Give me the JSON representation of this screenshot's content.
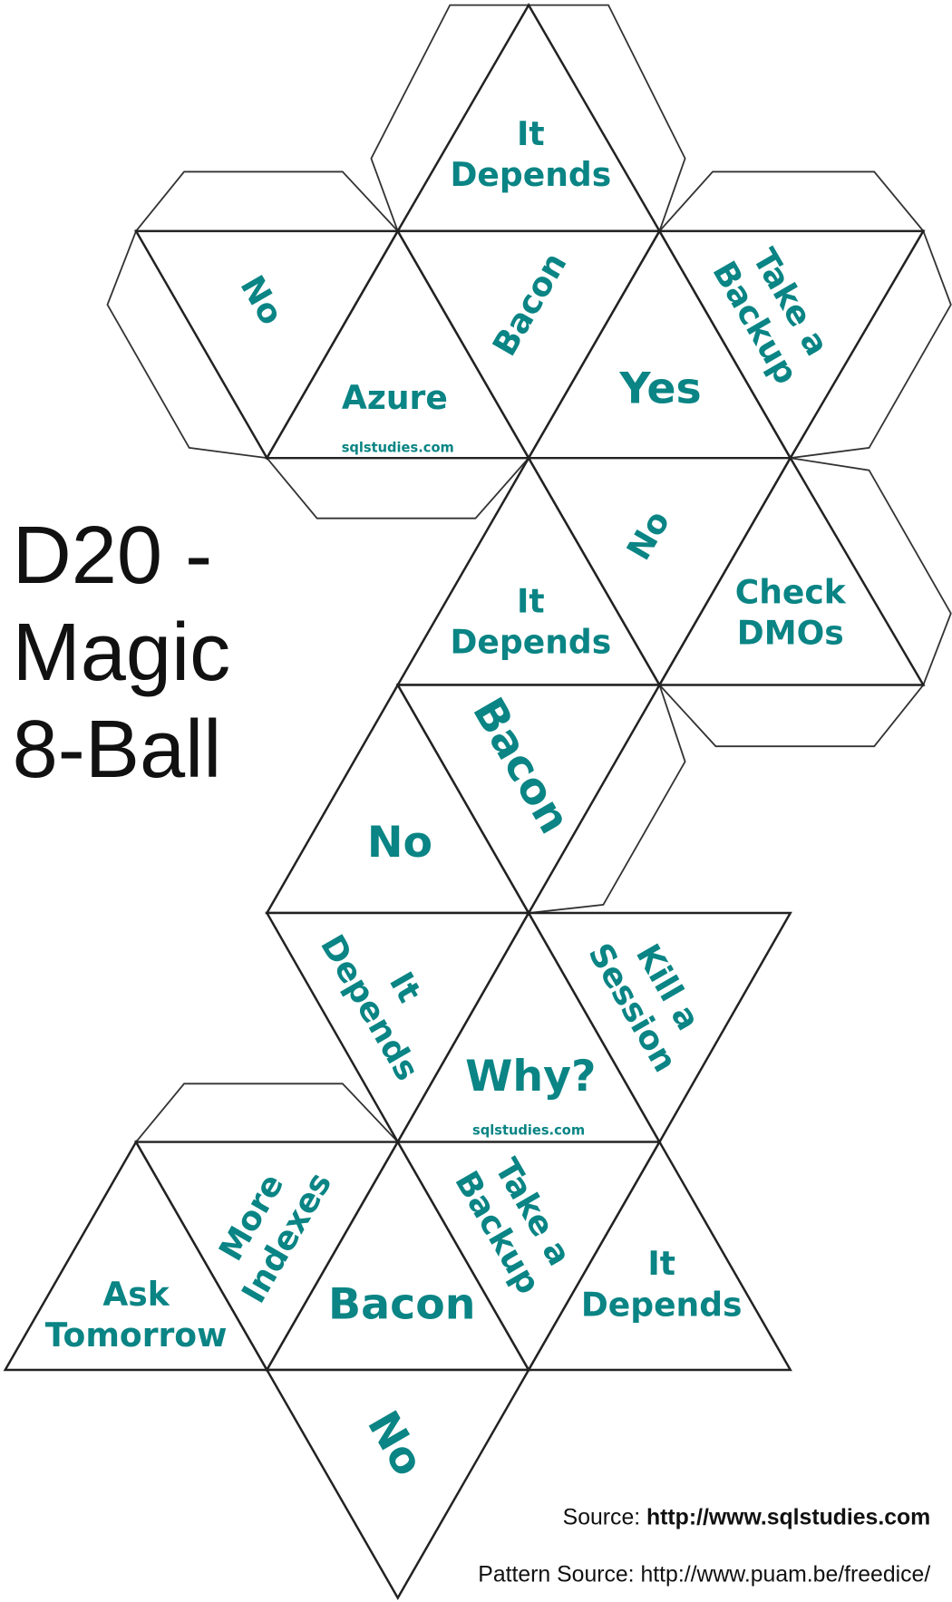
{
  "title": [
    "D20 -",
    "Magic",
    "8-Ball"
  ],
  "accent_color": "#0a8484",
  "faces": {
    "top": "It|Depends",
    "r1_no": "No",
    "r1_azure": "Azure",
    "r1_bacon": "Bacon",
    "r1_yes": "Yes",
    "r1_backup": "Take a|Backup",
    "r2_depends": "It|Depends",
    "r2_no": "No",
    "r2_dmos": "Check|DMOs",
    "r3_no": "No",
    "r3_bacon": "Bacon",
    "r4_depends": "It|Depends",
    "r4_why": "Why?",
    "r4_kill": "Kill a|Session",
    "r5_ask": "Ask|Tomorrow",
    "r5_indexes": "More|Indexes",
    "r5_bacon": "Bacon",
    "r5_backup": "Take a|Backup",
    "r5_depends": "It|Depends",
    "r6_no": "No"
  },
  "watermarks": [
    "sqlstudies.com",
    "sqlstudies.com"
  ],
  "source_label": "Source: ",
  "source_url": "http://www.sqlstudies.com",
  "pattern_source": "Pattern Source: http://www.puam.be/freedice/"
}
